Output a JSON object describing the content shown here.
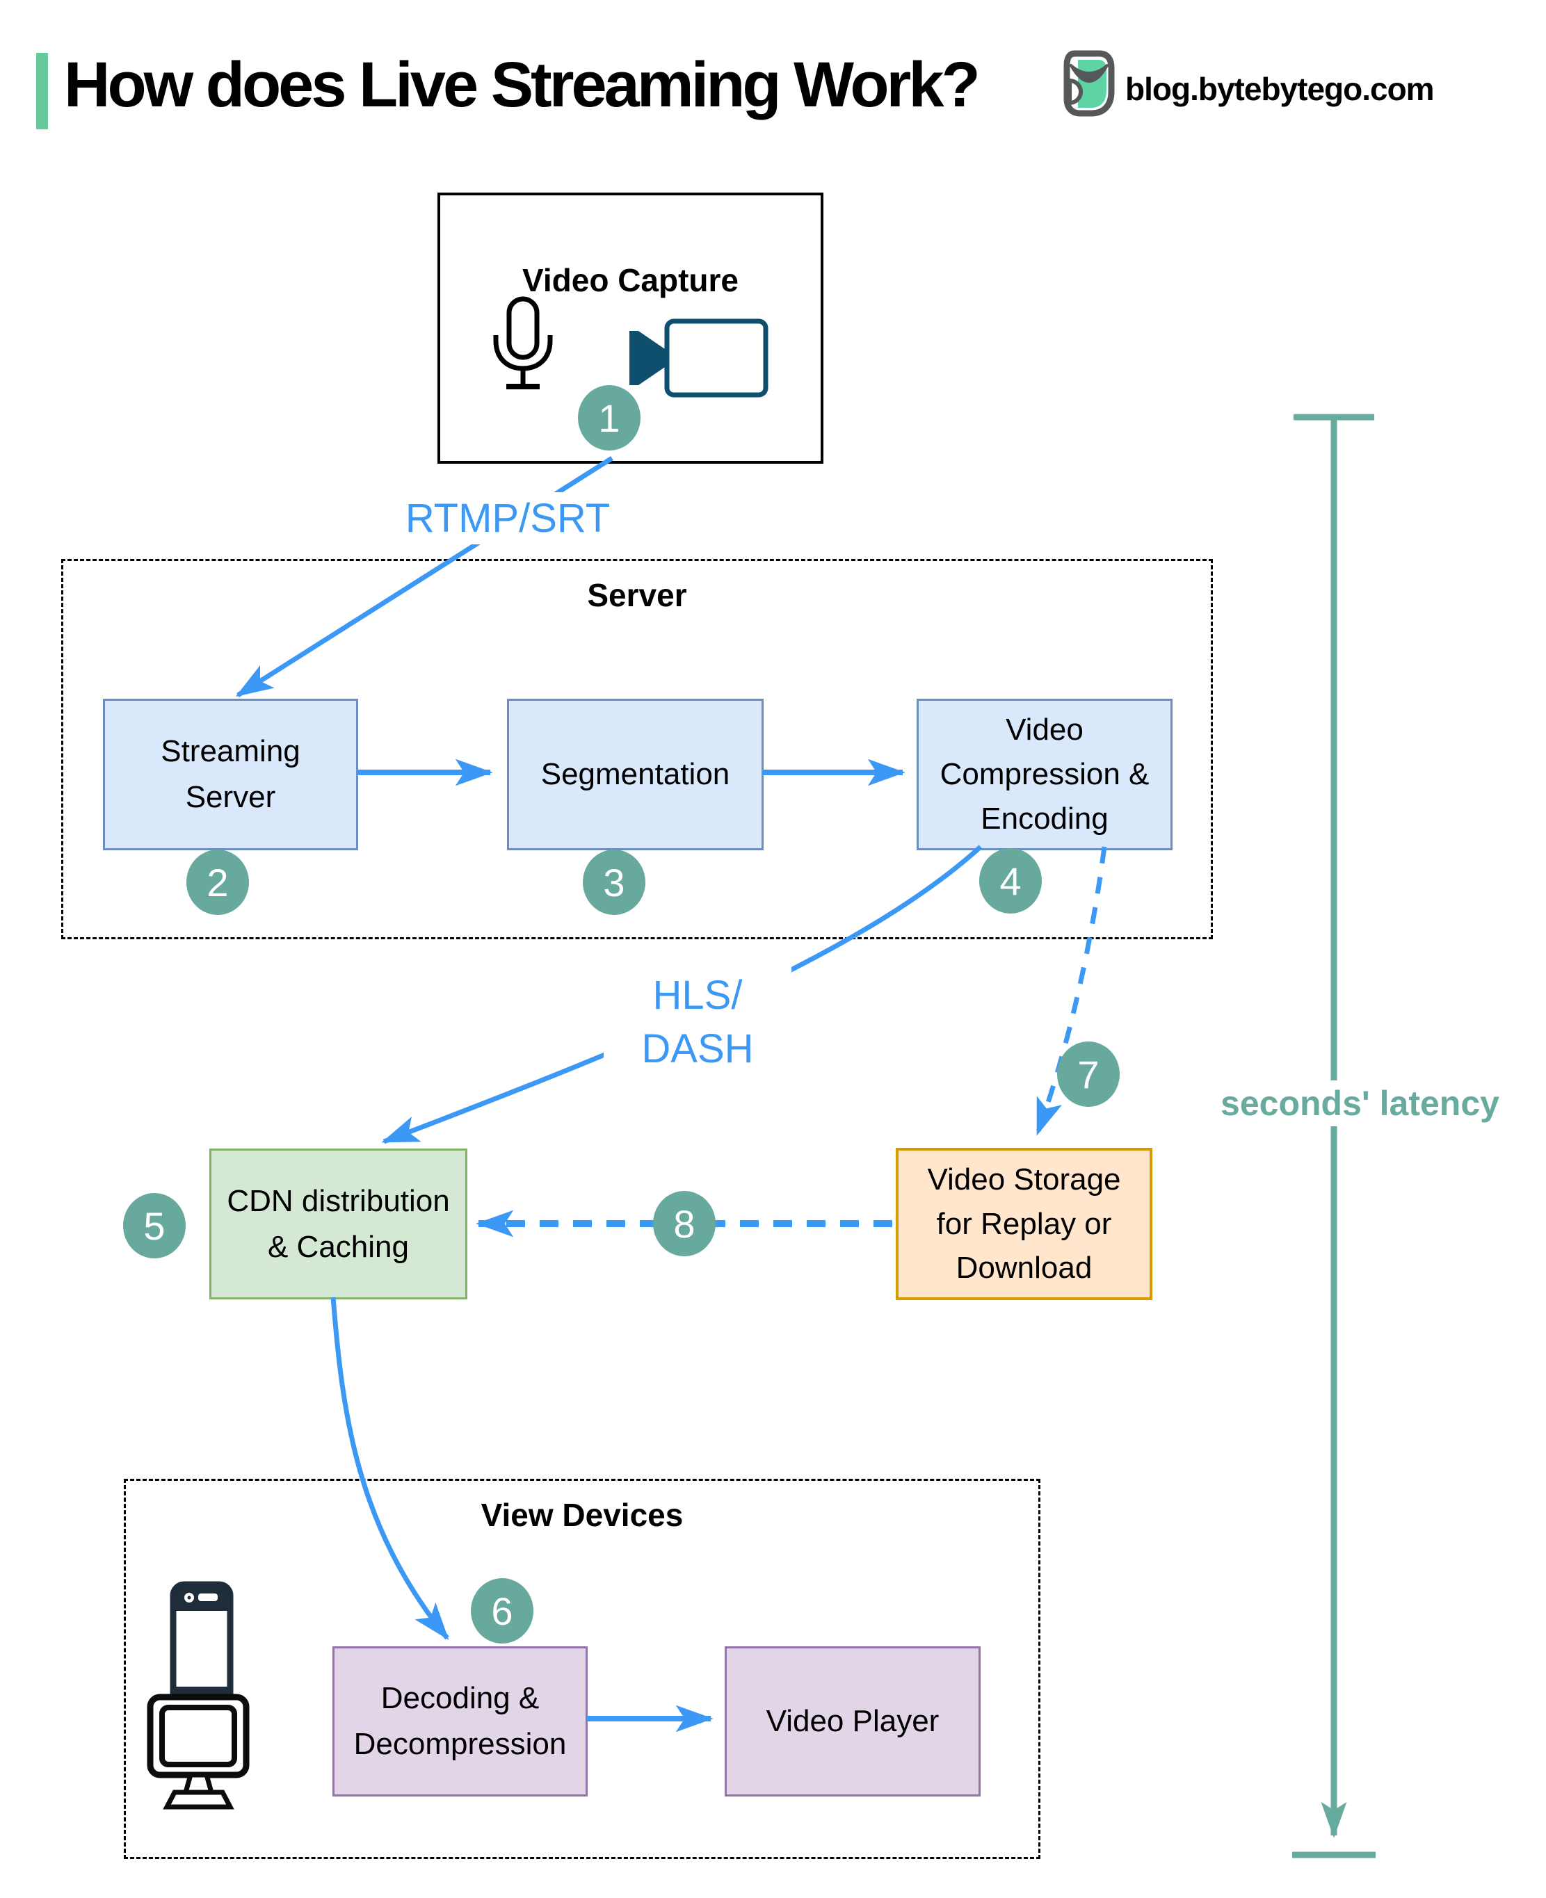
{
  "header": {
    "title": "How does Live Streaming Work?",
    "site": "blog.bytebytego.com"
  },
  "colors": {
    "accent_green": "#68c99b",
    "step_badge_teal": "#67a99c",
    "arrow_blue": "#3b98f4",
    "latency_teal": "#67ab9f",
    "box_blue_fill": "#dae8fc",
    "box_blue_border": "#6c8ebf",
    "box_green_fill": "#d5e8d4",
    "box_green_border": "#82b366",
    "box_orange_fill": "#ffe6cc",
    "box_orange_border": "#d79b00",
    "box_purple_fill": "#e1d5e7",
    "box_purple_border": "#9673a6"
  },
  "groups": {
    "server": {
      "label": "Server"
    },
    "view_devices": {
      "label": "View Devices"
    }
  },
  "nodes": {
    "video_capture": {
      "label": "Video Capture"
    },
    "streaming_server": {
      "label": "Streaming\nServer"
    },
    "segmentation": {
      "label": "Segmentation"
    },
    "video_compression": {
      "label": "Video\nCompression &\nEncoding"
    },
    "cdn": {
      "label": "CDN distribution\n& Caching"
    },
    "video_storage": {
      "label": "Video Storage\nfor Replay or\nDownload"
    },
    "decoding": {
      "label": "Decoding &\nDecompression"
    },
    "video_player": {
      "label": "Video Player"
    }
  },
  "edge_labels": {
    "rtmp": "RTMP/SRT",
    "hls": "HLS/\nDASH",
    "latency": "seconds' latency"
  },
  "steps": [
    "1",
    "2",
    "3",
    "4",
    "5",
    "6",
    "7",
    "8"
  ],
  "icons": {
    "microphone": "microphone-icon",
    "video_camera": "video-camera-icon",
    "smartphone": "smartphone-icon",
    "monitor": "monitor-icon",
    "logo": "bytebytego-owl-logo-icon"
  }
}
